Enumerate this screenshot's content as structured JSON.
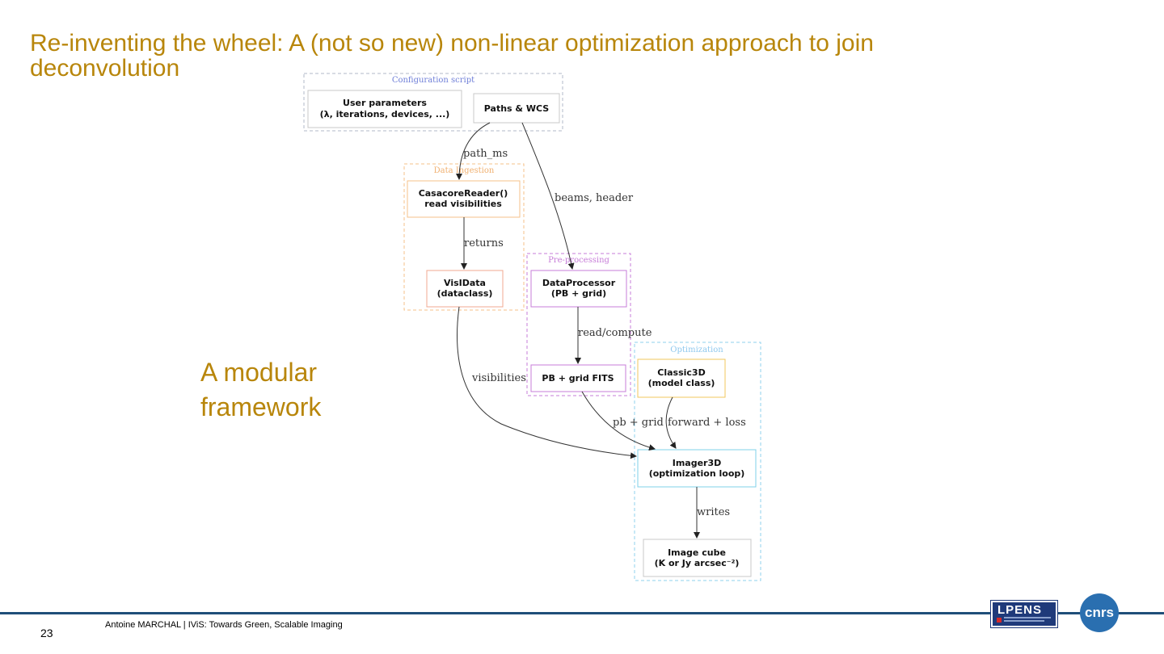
{
  "slide": {
    "title": "Re-inventing the wheel: A (not so new) non-linear optimization approach to join deconvolution",
    "subtitle_line1": "A modular",
    "subtitle_line2": "framework",
    "page_number": "23",
    "footer": "Antoine MARCHAL  | IViS: Towards Green, Scalable Imaging",
    "logo_lpens": "LPENS",
    "logo_cnrs": "cnrs"
  },
  "diagram": {
    "clusters": {
      "config": "Configuration script",
      "ingestion": "Data Ingestion",
      "preprocessing": "Pre-processing",
      "optimization": "Optimization"
    },
    "nodes": {
      "user_params_l1": "User parameters",
      "user_params_l2": "(λ, iterations, devices, ...)",
      "paths_wcs": "Paths & WCS",
      "casacore_l1": "CasacoreReader()",
      "casacore_l2": "read visibilities",
      "visidata_l1": "VisIData",
      "visidata_l2": "(dataclass)",
      "dataproc_l1": "DataProcessor",
      "dataproc_l2": "(PB + grid)",
      "pbgrid": "PB + grid FITS",
      "classic_l1": "Classic3D",
      "classic_l2": "(model class)",
      "imager_l1": "Imager3D",
      "imager_l2": "(optimization loop)",
      "cube_l1": "Image cube",
      "cube_l2": "(K or Jy arcsec⁻²)"
    },
    "edges": {
      "path_ms": "path_ms",
      "beams_header": "beams, header",
      "returns": "returns",
      "read_compute": "read/compute",
      "visibilities": "visibilities",
      "pb_grid": "pb + grid",
      "forward_loss": "forward + loss",
      "writes": "writes"
    },
    "colors": {
      "config": "#b0b8c8",
      "ingestion": "#f5c28a",
      "preprocessing": "#c77dd8",
      "optimization": "#8fd0ee",
      "visidata": "#f0a890",
      "classic": "#f2c75c",
      "imager": "#7fd0ea"
    }
  }
}
